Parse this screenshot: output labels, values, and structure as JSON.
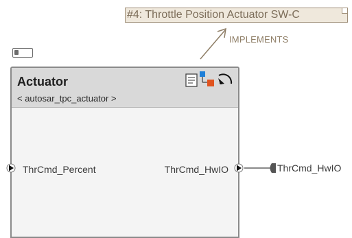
{
  "requirement": {
    "text": "#4: Throttle Position Actuator SW-C",
    "link_label": "IMPLEMENTS"
  },
  "component": {
    "name": "Actuator",
    "stereotype": "< autosar_tpc_actuator >",
    "ports": {
      "input": "ThrCmd_Percent",
      "output": "ThrCmd_HwIO"
    },
    "header_icons": [
      "requirement-doc-icon",
      "architecture-hierarchy-icon",
      "sensor-arc-icon"
    ]
  },
  "external_port": {
    "label": "ThrCmd_HwIO"
  },
  "colors": {
    "note_fill": "#efe8dc",
    "note_border": "#9f8f79",
    "note_text": "#7c6d59",
    "header_fill": "#d9d9d9",
    "body_fill": "#f4f4f4",
    "port_fill": "#111111",
    "connector": "#7a7a7a"
  }
}
